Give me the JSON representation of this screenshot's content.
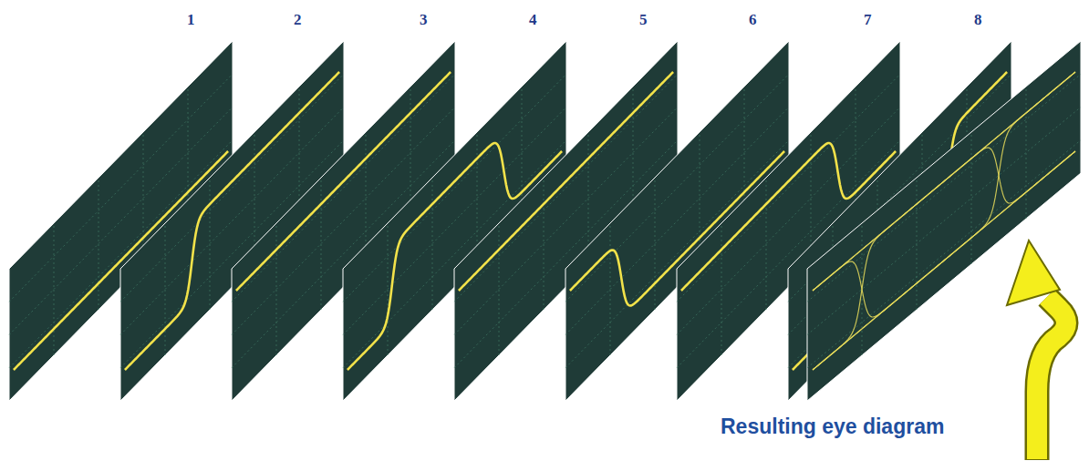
{
  "diagram": {
    "labels": [
      "1",
      "2",
      "3",
      "4",
      "5",
      "6",
      "7",
      "8",
      "Resulting eye diagram"
    ]
  }
}
